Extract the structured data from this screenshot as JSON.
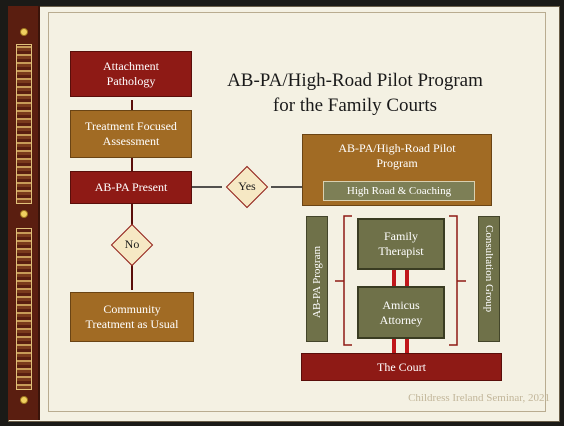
{
  "title": {
    "line1": "AB-PA/High-Road Pilot Program",
    "line2": "for the Family Courts"
  },
  "nodes": {
    "attachment_pathology": [
      "Attachment",
      "Pathology"
    ],
    "treatment_assessment": [
      "Treatment Focused",
      "Assessment"
    ],
    "abpa_present": "AB-PA Present",
    "community_treatment": [
      "Community",
      "Treatment as Usual"
    ],
    "pilot_program": [
      "AB-PA/High-Road Pilot",
      "Program"
    ],
    "high_road_coaching": "High Road & Coaching",
    "abpa_program": "AB-PA Program",
    "consultation_group": "Consultation Group",
    "family_therapist": [
      "Family",
      "Therapist"
    ],
    "amicus_attorney": [
      "Amicus",
      "Attorney"
    ],
    "the_court": "The Court"
  },
  "decisions": {
    "yes": "Yes",
    "no": "No"
  },
  "footer": "Childress Ireland Seminar, 2021",
  "colors": {
    "red": "#8e1a15",
    "brown": "#a16b24",
    "olive": "#6f7149",
    "paper": "#f4f1e3"
  }
}
